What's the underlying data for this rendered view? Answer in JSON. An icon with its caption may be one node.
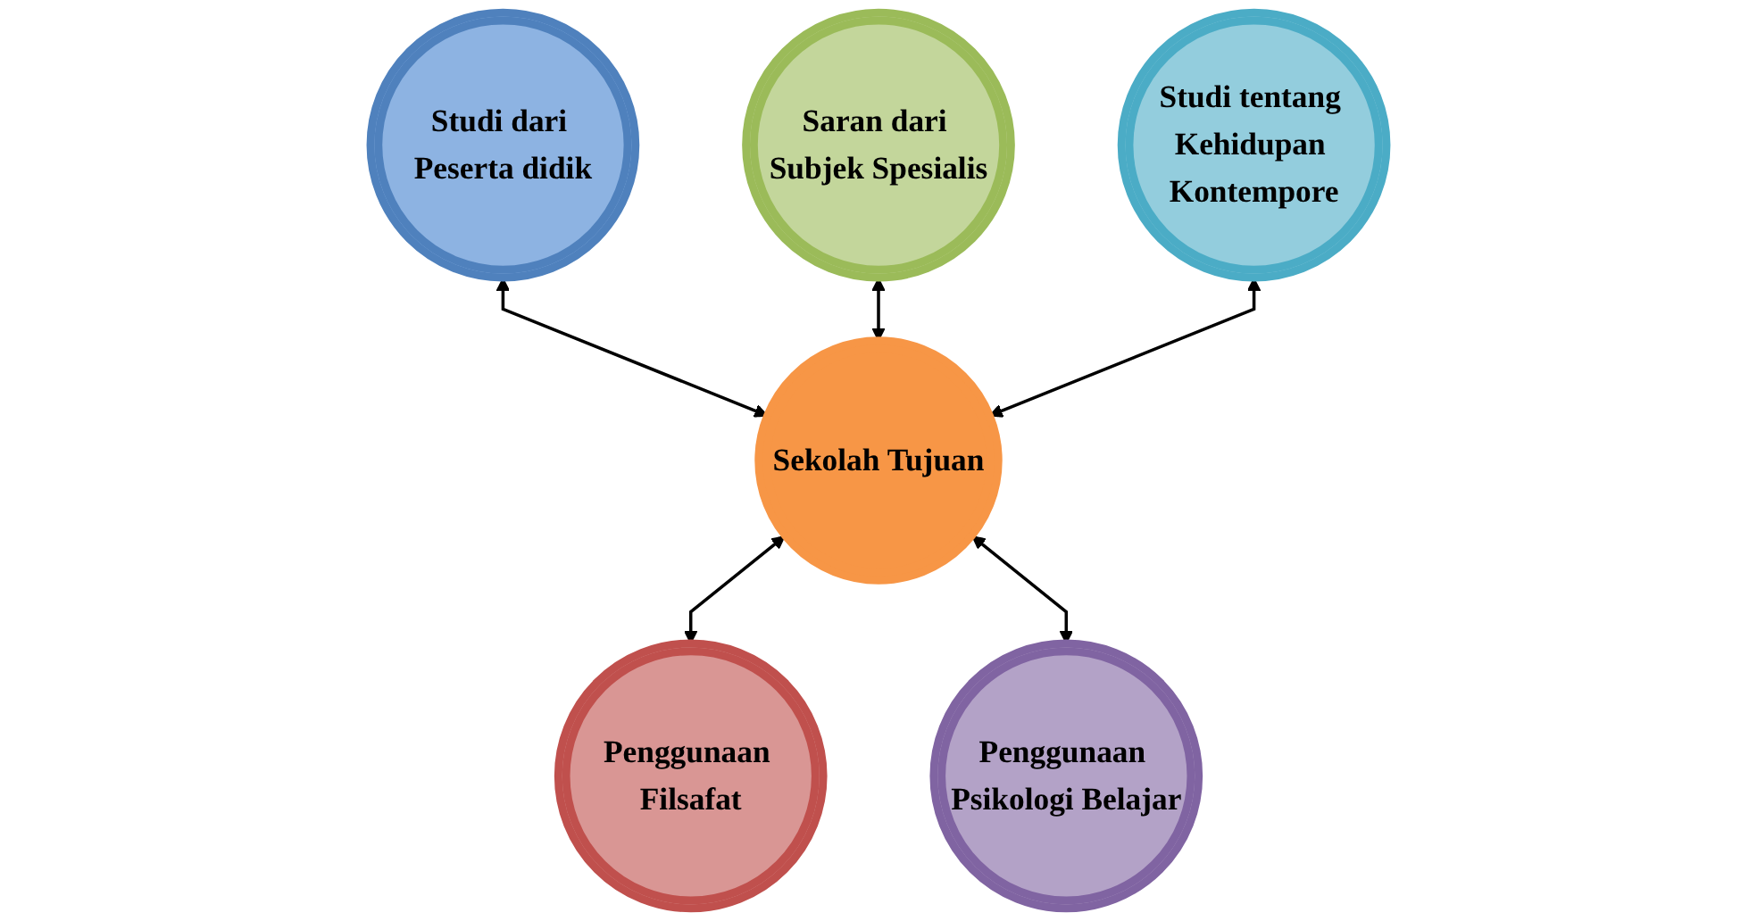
{
  "diagram": {
    "nodes": [
      {
        "text": [
          "Saran dari Subjek Spesialis"
        ]
      },
      {
        "text": [
          "Studi dari Peserta didik"
        ]
      },
      {
        "text": [
          "Sekolah Tujuan"
        ]
      },
      {
        "text": [
          "Studi tentang Kehidupan Kontempore"
        ]
      },
      {
        "text": [
          "Penggunaan Filsafat"
        ]
      },
      {
        "text": [
          "Penggunaan Psikologi Belajar"
        ]
      }
    ],
    "edges": [
      {
        "from": 1,
        "to": 2,
        "arrow": "both"
      },
      {
        "from": 0,
        "to": 2,
        "arrow": "both"
      },
      {
        "from": 3,
        "to": 2,
        "arrow": "both"
      },
      {
        "from": 2,
        "to": 4,
        "arrow": "both"
      },
      {
        "from": 2,
        "to": 5,
        "arrow": "both"
      }
    ]
  }
}
